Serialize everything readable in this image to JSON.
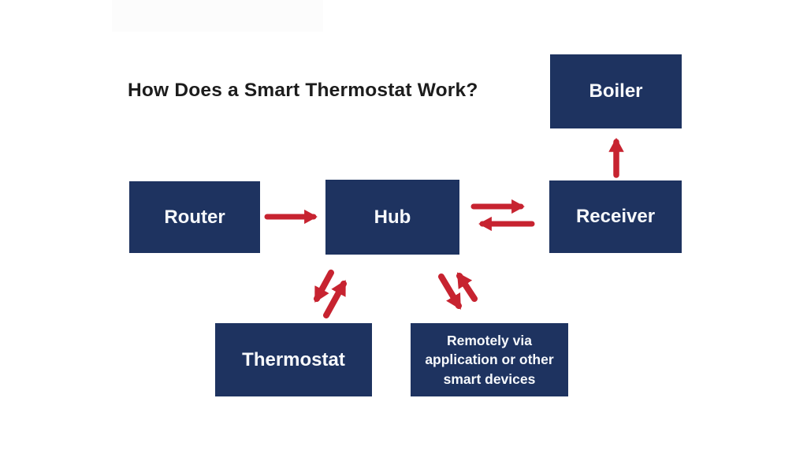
{
  "title": "How Does a Smart Thermostat Work?",
  "colors": {
    "box": "#1e3360",
    "arrow": "#c72330",
    "title": "#1c1c1c",
    "boxtext": "#f7f9fc",
    "bg": "#ffffff"
  },
  "nodes": {
    "boiler": {
      "label": "Boiler"
    },
    "router": {
      "label": "Router"
    },
    "hub": {
      "label": "Hub"
    },
    "receiver": {
      "label": "Receiver"
    },
    "thermostat": {
      "label": "Thermostat"
    },
    "remote": {
      "label": "Remotely via application or other smart devices",
      "lines": [
        "Remotely via",
        "application or other",
        "smart devices"
      ]
    }
  },
  "edges": [
    {
      "from": "Router",
      "to": "Hub",
      "direction": "one-way"
    },
    {
      "from": "Hub",
      "to": "Receiver",
      "direction": "two-way"
    },
    {
      "from": "Receiver",
      "to": "Boiler",
      "direction": "one-way"
    },
    {
      "from": "Hub",
      "to": "Thermostat",
      "direction": "two-way"
    },
    {
      "from": "Hub",
      "to": "Remotely via application or other smart devices",
      "direction": "two-way"
    }
  ]
}
